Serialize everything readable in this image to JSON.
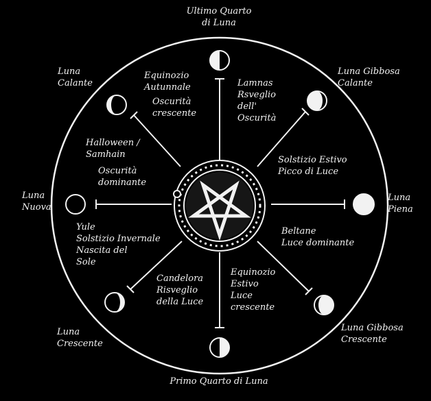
{
  "moon_phases": {
    "top": "Ultimo Quarto\ndi Luna",
    "top_left": "Luna\nCalante",
    "top_right": "Luna Gibbosa\nCalante",
    "left": "Luna\nNuova",
    "right": "Luna\nPiena",
    "bottom_left": "Luna\nCrescente",
    "bottom_right": "Luna Gibbosa\nCrescente",
    "bottom": "Primo Quarto di Luna"
  },
  "festivals": {
    "autumn_equinox": "Equinozio\nAutunnale",
    "autumn_equinox_desc": "Oscurità\ncrescente",
    "lammas": "Lamnas\nRsveglio\ndell'\nOscurità",
    "samhain": "Halloween /\nSamhain",
    "samhain_desc": "Oscurità\ndominante",
    "summer_solstice": "Solstizio Estivo\nPicco di Luce",
    "yule": "Yule\nSolstizio Invernale\nNascita del\nSole",
    "beltane": "Beltane\nLuce dominante",
    "candlemas": "Candelora\nRisveglio\ndella Luce",
    "spring_equinox": "Equinozio\nEstivo\nLuce\ncrescente"
  },
  "colors": {
    "background": "#000000",
    "foreground": "#f2f2f2"
  }
}
